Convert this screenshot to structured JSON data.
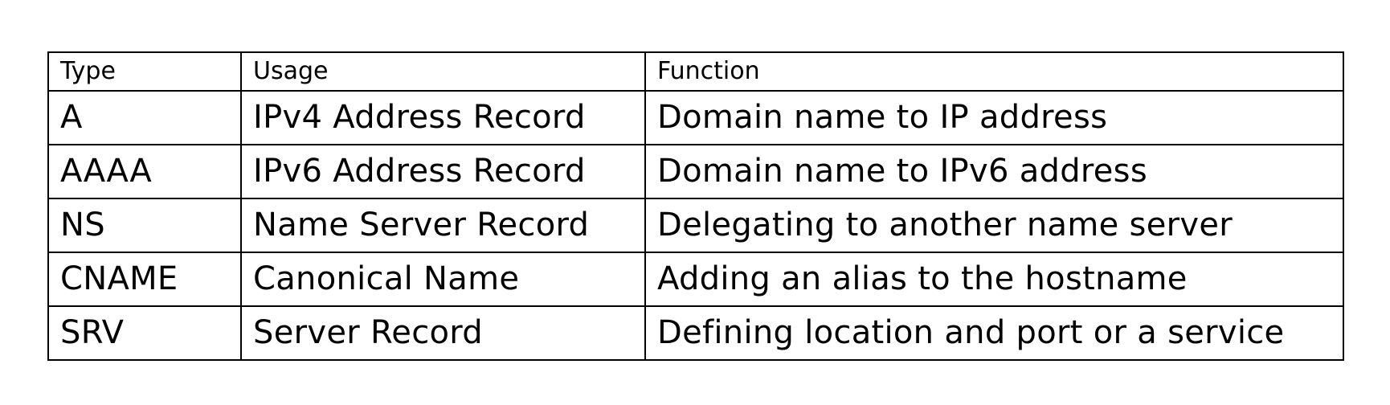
{
  "table": {
    "headers": [
      "Type",
      "Usage",
      "Function"
    ],
    "rows": [
      [
        "A",
        "IPv4 Address Record",
        "Domain name to IP address"
      ],
      [
        "AAAA",
        "IPv6 Address Record",
        "Domain name to IPv6 address"
      ],
      [
        "NS",
        "Name Server Record",
        "Delegating to another name server"
      ],
      [
        "CNAME",
        "Canonical Name",
        "Adding an alias to the hostname"
      ],
      [
        "SRV",
        "Server Record",
        "Defining location and port or a service"
      ]
    ]
  }
}
